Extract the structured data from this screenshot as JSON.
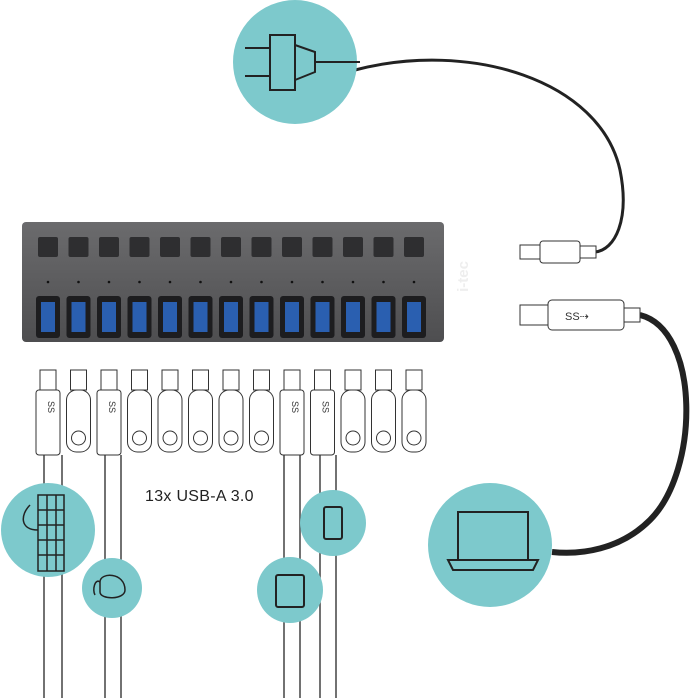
{
  "product": {
    "brand_logo": "i-tec",
    "ports_label": "13x USB-A 3.0",
    "port_count": 13,
    "usb_connector_marking": "SS"
  },
  "colors": {
    "accent_circle": "#7dc9cc",
    "hub_body": "#5d5d5f",
    "port_blue": "#2a5fb0"
  },
  "icons": [
    "power-plug-icon",
    "keyboard-icon",
    "mouse-icon",
    "tablet-icon",
    "smartphone-icon",
    "laptop-icon"
  ]
}
